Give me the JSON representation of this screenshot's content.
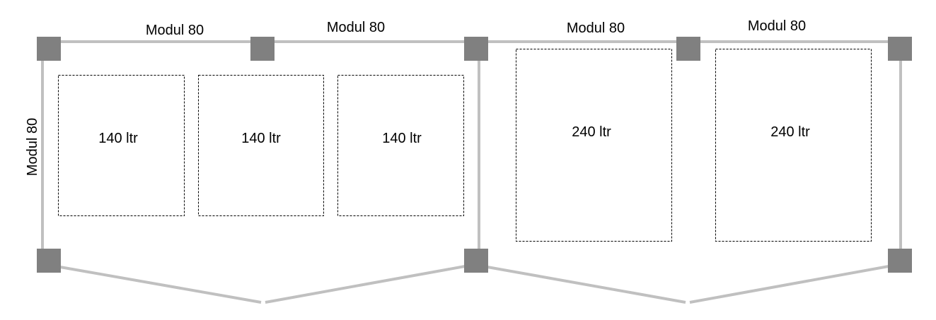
{
  "labels": {
    "module_top_1": "Modul 80",
    "module_top_2": "Modul 80",
    "module_top_3": "Modul 80",
    "module_top_4": "Modul 80",
    "module_side": "Modul 80"
  },
  "bins": [
    {
      "label": "140 ltr"
    },
    {
      "label": "140 ltr"
    },
    {
      "label": "140 ltr"
    },
    {
      "label": "240 ltr"
    },
    {
      "label": "240 ltr"
    }
  ],
  "colors": {
    "rail": "#c0c0c0",
    "post": "#808080",
    "bin_outline": "#000000"
  }
}
